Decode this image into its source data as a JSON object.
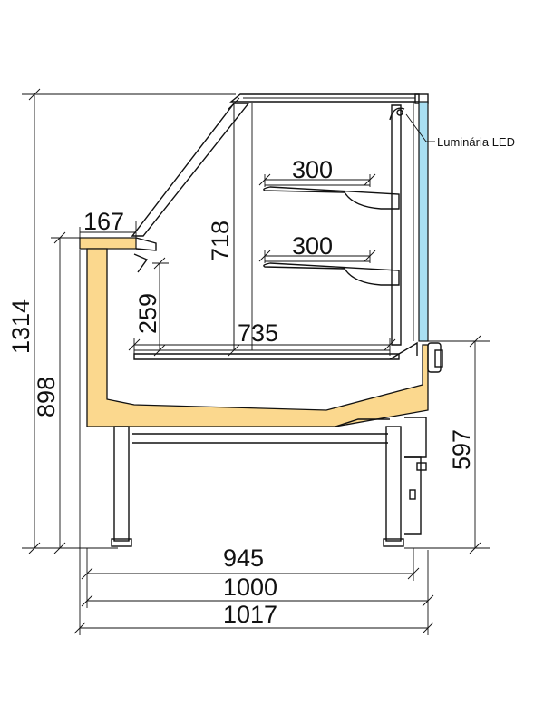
{
  "diagram": {
    "colors": {
      "insulation": "#fbd88e",
      "glass": "#a9dff2",
      "line": "#111111",
      "background": "#ffffff"
    },
    "labels": {
      "led": "Luminária LED"
    },
    "dimensions": {
      "total_height": "1314",
      "counter_height": "898",
      "top_shelf_width": "300",
      "lower_shelf_width": "300",
      "glass_height": "718",
      "front_ledge": "167",
      "display_depth": "259",
      "display_width": "735",
      "rear_height": "597",
      "base_width": "945",
      "frame_width": "1000",
      "overall_width": "1017"
    }
  }
}
